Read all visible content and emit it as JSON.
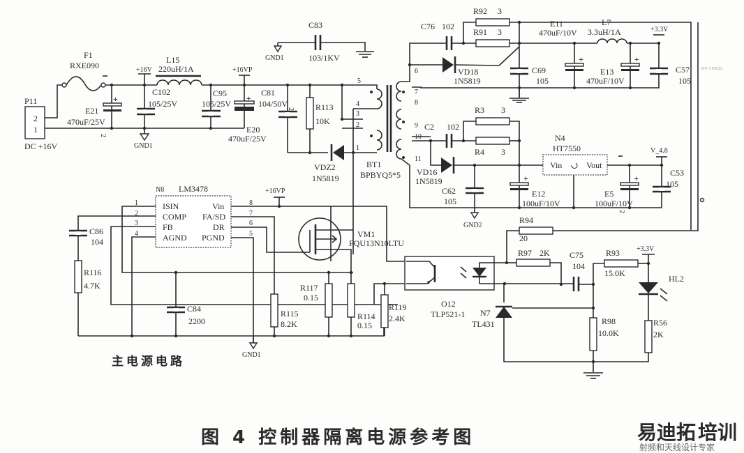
{
  "caption": "图 4   控制器隔离电源参考图",
  "subtitle": "主电源电路",
  "watermark": {
    "brand_part1": "易迪拓",
    "brand_part2": "培训",
    "tagline": "射频和天线设计专家",
    "color_primary": "#e8506a",
    "color_secondary": "#f0a0b0"
  },
  "components": {
    "P11": {
      "ref": "P11",
      "pins": [
        "2",
        "1"
      ],
      "label": "DC +16V"
    },
    "F1": {
      "ref": "F1",
      "value": "RXE090"
    },
    "E21": {
      "ref": "E21",
      "value": "470uF/25V"
    },
    "C102": {
      "ref": "C102",
      "value": "105/25V"
    },
    "L15": {
      "ref": "L15",
      "value": "220uH/1A"
    },
    "C95": {
      "ref": "C95",
      "value": "105/25V"
    },
    "E20": {
      "ref": "E20",
      "value": "470uF/25V"
    },
    "C81": {
      "ref": "C81",
      "value": "104/50V"
    },
    "C83": {
      "ref": "C83",
      "value": "103/1KV"
    },
    "R113": {
      "ref": "R113",
      "value": "10K"
    },
    "VDZ2": {
      "ref": "VDZ2",
      "value": "1N5819"
    },
    "BT1": {
      "ref": "BT1",
      "value": "BPBYQ5*5",
      "pins": [
        "5",
        "4",
        "3",
        "2",
        "1",
        "6",
        "7",
        "8",
        "9",
        "10",
        "11"
      ]
    },
    "C76": {
      "ref": "C76",
      "value": "102"
    },
    "R92": {
      "ref": "R92",
      "value": "3"
    },
    "R91": {
      "ref": "R91",
      "value": "3"
    },
    "VD18": {
      "ref": "VD18",
      "value": "1N5819"
    },
    "C69": {
      "ref": "C69",
      "value": "105"
    },
    "E11": {
      "ref": "E11",
      "value": "470uF/10V"
    },
    "L7": {
      "ref": "L7",
      "value": "3.3uH/1A"
    },
    "E13": {
      "ref": "E13",
      "value": "470uF/10V"
    },
    "C57": {
      "ref": "C57",
      "value": "105"
    },
    "C2": {
      "ref": "C2",
      "value": "102"
    },
    "R3": {
      "ref": "R3",
      "value": "3"
    },
    "R4": {
      "ref": "R4",
      "value": "3"
    },
    "VD16": {
      "ref": "VD16",
      "value": "1N5819"
    },
    "C62": {
      "ref": "C62",
      "value": "105"
    },
    "E12": {
      "ref": "E12",
      "value": "100uF/10V"
    },
    "N4": {
      "ref": "N4",
      "value": "HT7550",
      "pin_in": "Vin",
      "pin_out": "Vout"
    },
    "E5": {
      "ref": "E5",
      "value": "100uF/10V"
    },
    "C53": {
      "ref": "C53",
      "value": "105"
    },
    "N8": {
      "ref": "N8",
      "value": "LM3478",
      "left_pins": [
        {
          "num": "1",
          "name": "ISIN"
        },
        {
          "num": "2",
          "name": "COMP"
        },
        {
          "num": "3",
          "name": "FB"
        },
        {
          "num": "4",
          "name": "AGND"
        }
      ],
      "right_pins": [
        {
          "num": "8",
          "name": "Vin"
        },
        {
          "num": "7",
          "name": "FA/SD"
        },
        {
          "num": "6",
          "name": "DR"
        },
        {
          "num": "5",
          "name": "PGND"
        }
      ]
    },
    "C86": {
      "ref": "C86",
      "value": "104"
    },
    "R116": {
      "ref": "R116",
      "value": "4.7K"
    },
    "C84": {
      "ref": "C84",
      "value": "2200"
    },
    "R115": {
      "ref": "R115",
      "value": "8.2K"
    },
    "R117": {
      "ref": "R117",
      "value": "0.15"
    },
    "R114": {
      "ref": "R114",
      "value": "0.15"
    },
    "R119": {
      "ref": "R119",
      "value": "2.4K"
    },
    "VM1": {
      "ref": "VM1",
      "value": "FQU13N10LTU"
    },
    "O12": {
      "ref": "O12",
      "value": "TLP521-1"
    },
    "N7": {
      "ref": "N7",
      "value": "TL431"
    },
    "R94": {
      "ref": "R94",
      "value": "20"
    },
    "R97": {
      "ref": "R97",
      "value": "2K"
    },
    "C75": {
      "ref": "C75",
      "value": "104"
    },
    "R93": {
      "ref": "R93",
      "value": "15.0K"
    },
    "R98": {
      "ref": "R98",
      "value": "10.0K"
    },
    "R56": {
      "ref": "R56",
      "value": "2K"
    },
    "HL2": {
      "ref": "HL2"
    }
  },
  "nets": {
    "v16": "+16V",
    "v16p": "+16VP",
    "v16p_b": "+16VP",
    "v33": "+3.3V",
    "v33_b": "+3.3V",
    "v48": "V_4.8",
    "gnd1_a": "GND1",
    "gnd1_b": "GND1",
    "gnd1_c": "GND1",
    "gnd2": "GND2",
    "pin2_mark": "2",
    "pin2_mark_b": "2"
  },
  "misc": {
    "faint_note": "9 V 3 5/5/23"
  }
}
